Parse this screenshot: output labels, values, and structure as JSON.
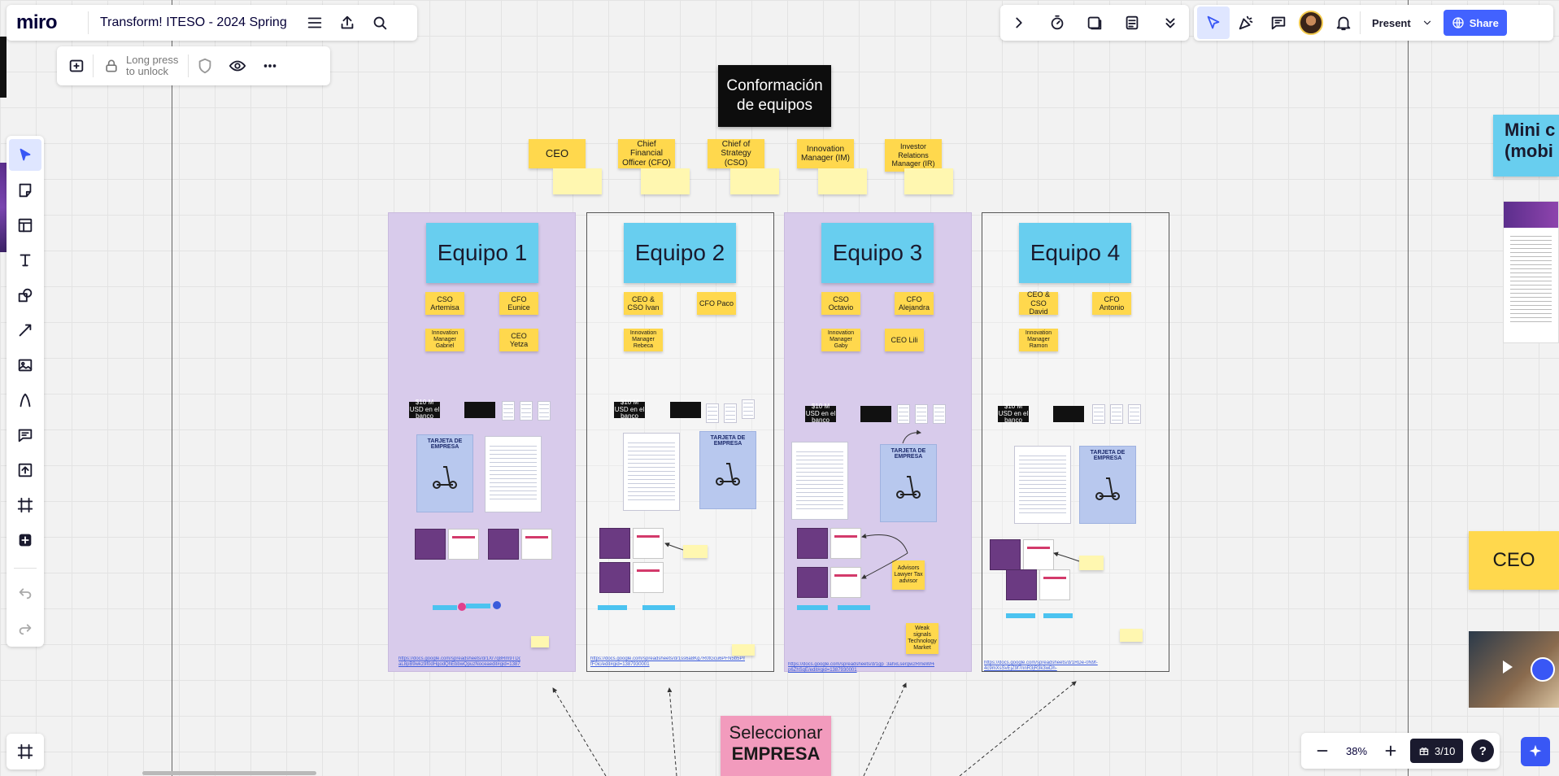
{
  "topbar": {
    "logo": "miro",
    "board_title": "Transform! ITESO - 2024 Spring"
  },
  "lock_bar": {
    "lock_label_line1": "Long press",
    "lock_label_line2": "to unlock"
  },
  "right_toolbar": {
    "present_label": "Present",
    "share_label": "Share"
  },
  "bottom_bar": {
    "zoom": "38%",
    "page_counter": "3/10",
    "help": "?"
  },
  "board": {
    "heading_line1": "Conformación",
    "heading_line2": "de equipos",
    "roles": [
      {
        "label": "CEO"
      },
      {
        "label": "Chief Financial Officer (CFO)"
      },
      {
        "label": "Chief of Strategy (CSO)"
      },
      {
        "label": "Innovation Manager (IM)"
      },
      {
        "label": "Investor Relations Manager (IR)"
      }
    ],
    "teams": [
      {
        "title": "Equipo 1",
        "members": [
          "CSO Artemisa",
          "CFO Eunice",
          "Innovation Manager Gabriel",
          "CEO Yetza"
        ],
        "bank": "$10 M USD en el banco",
        "card_title": "TARJETA DE EMPRESA",
        "link": "https://docs.google.com/spreadsheets/d/1Xr7q8Rm9TDdw-aL8pB9wkz9f0dHgodQhEbbwQpuzNoceaedit#gid=1387930001"
      },
      {
        "title": "Equipo 2",
        "members": [
          "CEO & CSO Ivan",
          "CFO Paco",
          "Innovation Manager Rebeca"
        ],
        "bank": "$10 M USD en el banco",
        "card_title": "TARJETA DE EMPRESA",
        "link": "https://docs.google.com/spreadsheets/d/1ss6a8Kg7R0tGcu6PFN5b5Pm2LhJ8Pw9hwG4-fF0ic/edit#gid=1387930001"
      },
      {
        "title": "Equipo 3",
        "members": [
          "CSO Octavio",
          "CFO Alejandra",
          "Innovation Manager Gaby",
          "CEO Lili"
        ],
        "bank": "$10 M USD en el banco",
        "card_title": "TARJETA DE EMPRESA",
        "advisors": "Advisors Lawyer Tax advisor",
        "signals": "Weak signals Technology Market",
        "link": "https://docs.google.com/spreadsheets/d/1gp_3ahxLsergw2RmeWHd4kp5ZUNbeIhI-p6ZhSqE/edit#gid=1387930001"
      },
      {
        "title": "Equipo 4",
        "members": [
          "CEO & CSO David",
          "CFO Antonio",
          "Innovation Manager Ramon"
        ],
        "bank": "$10 M USD en el banco",
        "card_title": "TARJETA DE EMPRESA",
        "link": "https://docs.google.com/spreadsheets/d/1RDe-0N9f-4c9mXsSvEjZ9f7nnR3jR3k3wDh-h82jaf3/2ms/edit#gid=1387930001"
      }
    ],
    "select_company_line1": "Seleccionar",
    "select_company_line2": "EMPRESA",
    "right_partial_title": "Mini c (mobi",
    "right_ceo_sticky": "CEO"
  },
  "colors": {
    "accent": "#4262ff",
    "sticky": "#ffd84d",
    "team_title": "#68ceef",
    "purple_frame": "#d8cbeb",
    "select_company": "#f29bbd"
  }
}
